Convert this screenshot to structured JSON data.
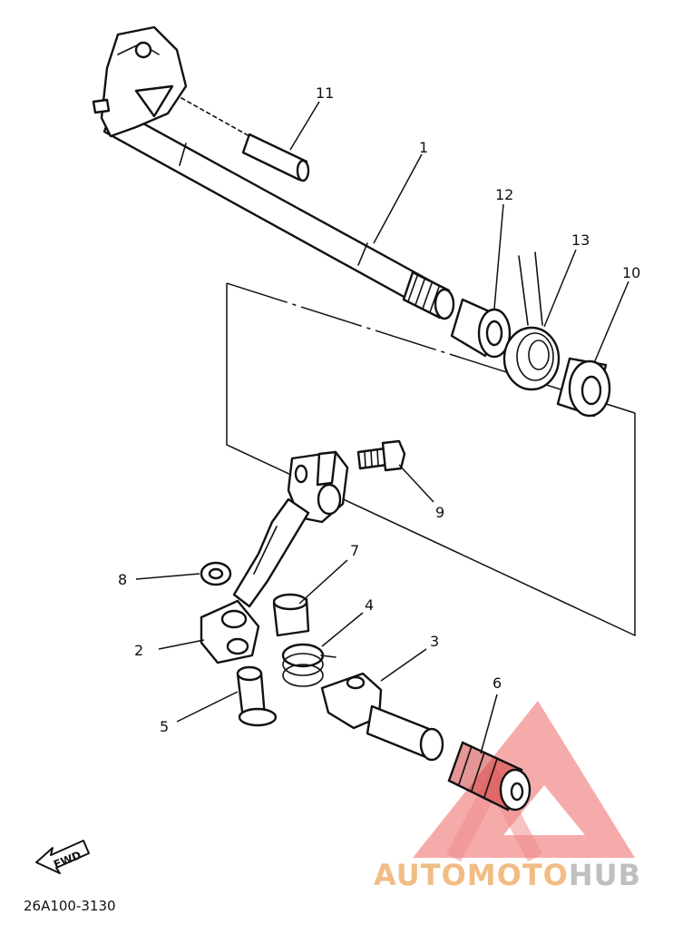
{
  "diagram": {
    "callouts": [
      {
        "id": "c1",
        "label": "1"
      },
      {
        "id": "c2",
        "label": "2"
      },
      {
        "id": "c3",
        "label": "3"
      },
      {
        "id": "c4",
        "label": "4"
      },
      {
        "id": "c5",
        "label": "5"
      },
      {
        "id": "c6",
        "label": "6"
      },
      {
        "id": "c7",
        "label": "7"
      },
      {
        "id": "c8",
        "label": "8"
      },
      {
        "id": "c9",
        "label": "9"
      },
      {
        "id": "c10",
        "label": "10"
      },
      {
        "id": "c11",
        "label": "11"
      },
      {
        "id": "c12",
        "label": "12"
      },
      {
        "id": "c13",
        "label": "13"
      }
    ],
    "direction_label": "FWD",
    "drawing_code": "26A100-3130"
  },
  "watermark": {
    "text_part1": "AUTOMOTO",
    "text_part2": "HUB",
    "color_primary": "#f0b070",
    "color_secondary": "#b8b8b8",
    "triangle_color": "#ee6666"
  }
}
